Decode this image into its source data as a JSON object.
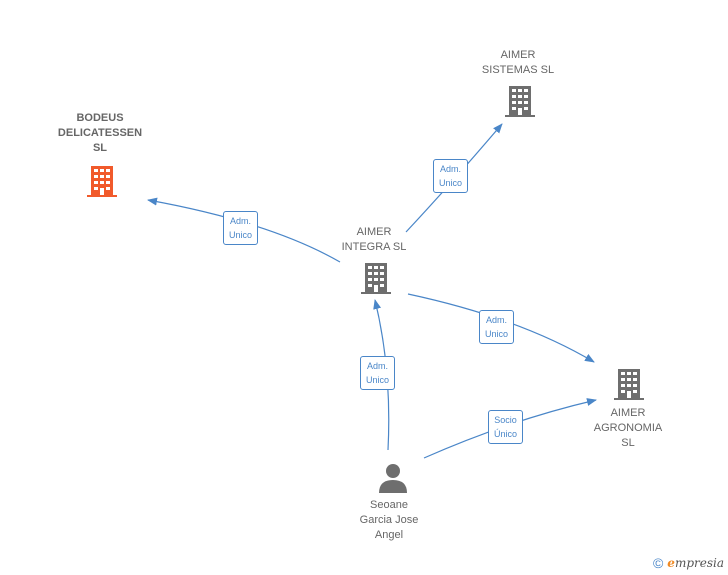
{
  "colors": {
    "edge": "#4a86c8",
    "building": "#6e6e6e",
    "building_highlight": "#f15a2b",
    "label": "#666666"
  },
  "nodes": {
    "bodeus": {
      "lines": [
        "BODEUS",
        "DELICATESSEN",
        "SL"
      ],
      "icon": "building-icon"
    },
    "aimer_sistemas": {
      "lines": [
        "AIMER",
        "SISTEMAS SL"
      ],
      "icon": "building-icon"
    },
    "aimer_integra": {
      "lines": [
        "AIMER",
        "INTEGRA SL"
      ],
      "icon": "building-icon"
    },
    "aimer_agronomia": {
      "lines": [
        "AIMER",
        "AGRONOMIA",
        "SL"
      ],
      "icon": "building-icon"
    },
    "seoane": {
      "lines": [
        "Seoane",
        "Garcia Jose",
        "Angel"
      ],
      "icon": "person-icon"
    }
  },
  "edges": {
    "integra_to_bodeus": {
      "lines": [
        "Adm.",
        "Unico"
      ]
    },
    "integra_to_sistemas": {
      "lines": [
        "Adm.",
        "Unico"
      ]
    },
    "integra_to_agronomia": {
      "lines": [
        "Adm.",
        "Unico"
      ]
    },
    "seoane_to_integra": {
      "lines": [
        "Adm.",
        "Unico"
      ]
    },
    "seoane_to_agronomia": {
      "lines": [
        "Socio",
        "Único"
      ]
    }
  },
  "footer": {
    "copyright": "©",
    "brand_initial": "e",
    "brand_rest": "mpresia"
  }
}
